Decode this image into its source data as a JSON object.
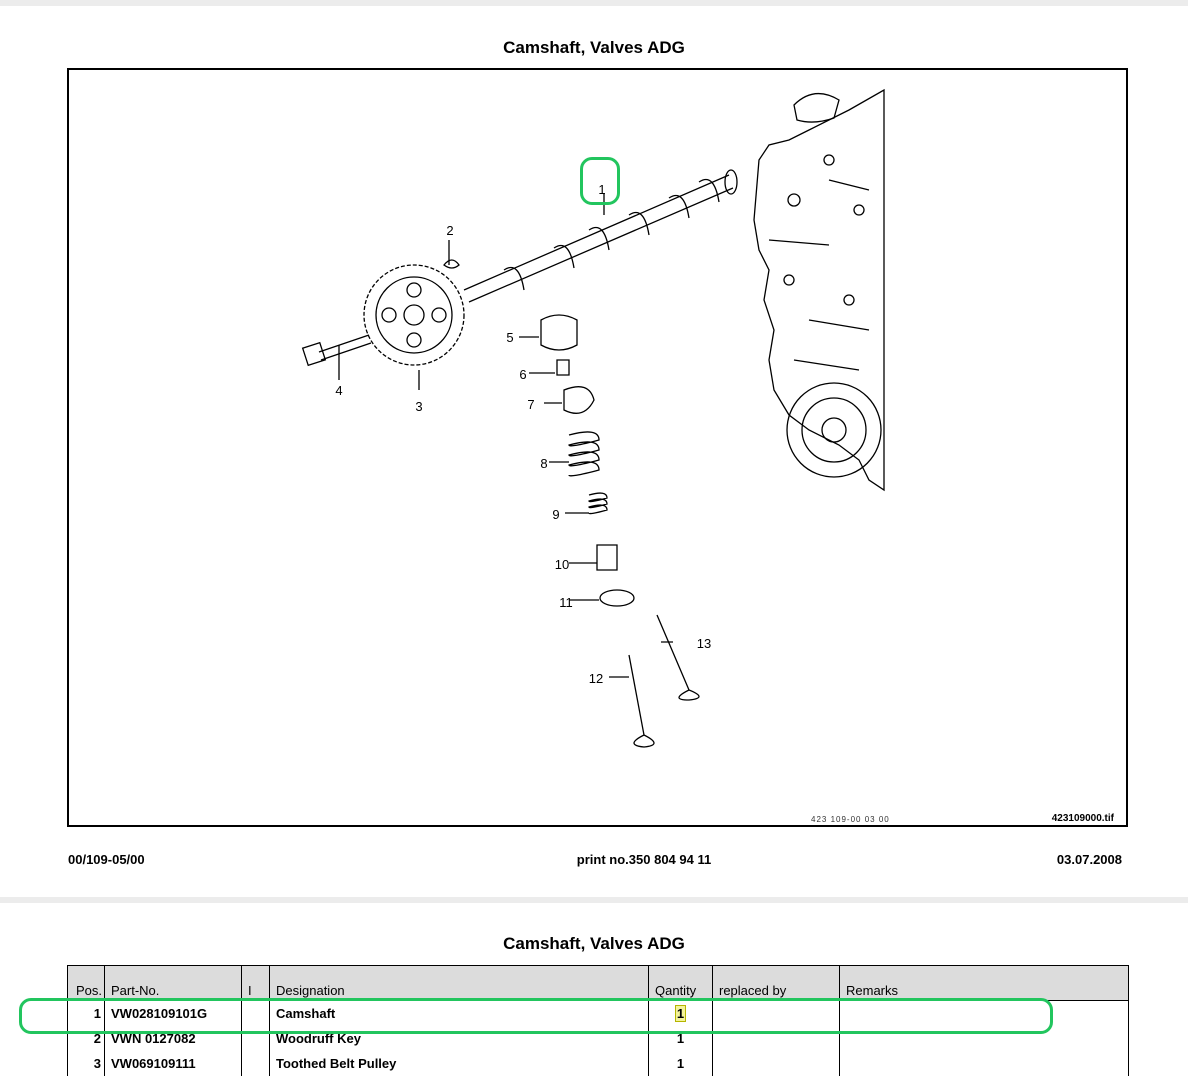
{
  "page": {
    "title": "Camshaft, Valves ADG",
    "footer_left": "00/109-05/00",
    "footer_center": "print no.350 804 94 11",
    "footer_right": "03.07.2008"
  },
  "figure": {
    "code_text": "423 109-00 03 00",
    "file_name": "423109000.tif",
    "callouts": [
      "1",
      "2",
      "3",
      "4",
      "5",
      "6",
      "7",
      "8",
      "9",
      "10",
      "11",
      "12",
      "13"
    ]
  },
  "table": {
    "title": "Camshaft, Valves ADG",
    "headers": {
      "pos": "Pos.",
      "part_no": "Part-No.",
      "i": "I",
      "designation": "Designation",
      "quantity": "Qantity",
      "replaced_by": "replaced by",
      "remarks": "Remarks"
    },
    "rows": [
      {
        "pos": "1",
        "part_no": "VW028109101G",
        "i": "",
        "designation": "Camshaft",
        "quantity": "1",
        "replaced_by": "",
        "remarks": ""
      },
      {
        "pos": "2",
        "part_no": "VWN 0127082",
        "i": "",
        "designation": "Woodruff Key",
        "quantity": "1",
        "replaced_by": "",
        "remarks": ""
      },
      {
        "pos": "3",
        "part_no": "VW069109111",
        "i": "",
        "designation": "Toothed Belt Pulley",
        "quantity": "1",
        "replaced_by": "",
        "remarks": ""
      }
    ]
  },
  "highlight_color": "#22c55e"
}
